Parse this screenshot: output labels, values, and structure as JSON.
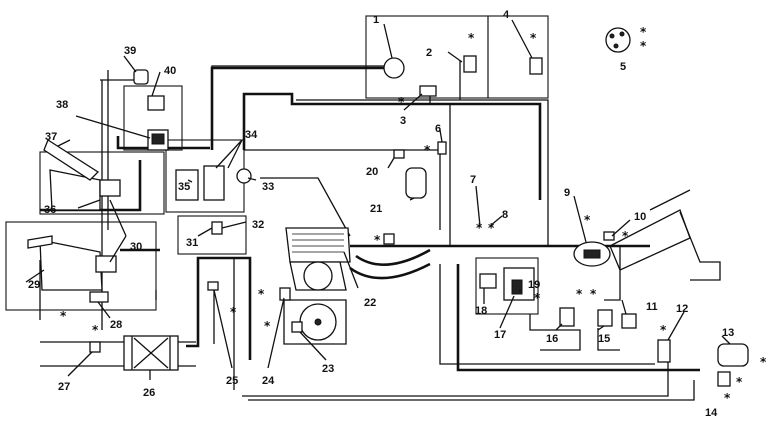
{
  "diagram": {
    "callouts": [
      "1",
      "2",
      "3",
      "4",
      "5",
      "6",
      "7",
      "8",
      "9",
      "10",
      "11",
      "12",
      "13",
      "14",
      "15",
      "16",
      "17",
      "18",
      "19",
      "20",
      "21",
      "22",
      "23",
      "24",
      "25",
      "26",
      "27",
      "28",
      "29",
      "30",
      "31",
      "32",
      "33",
      "34",
      "35",
      "36",
      "37",
      "38",
      "39",
      "40"
    ],
    "star_symbol": "*"
  }
}
